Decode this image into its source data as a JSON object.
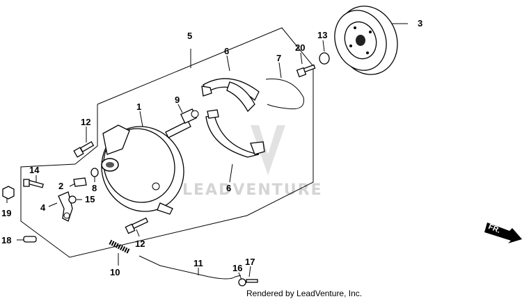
{
  "diagram": {
    "callouts": [
      "1",
      "2",
      "3",
      "4",
      "5",
      "6",
      "6",
      "7",
      "8",
      "9",
      "10",
      "11",
      "12",
      "12",
      "13",
      "14",
      "15",
      "16",
      "17",
      "18",
      "19",
      "20"
    ],
    "watermark": "LEADVENTURE",
    "credit": "Rendered by LeadVenture, Inc.",
    "direction_label": "FR."
  }
}
